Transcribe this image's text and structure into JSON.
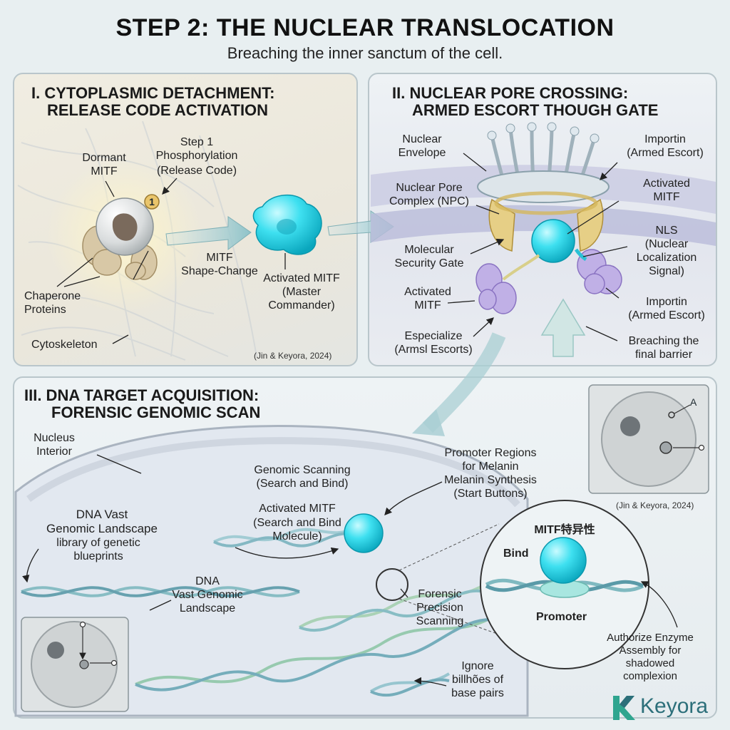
{
  "header": {
    "title": "STEP 2: THE NUCLEAR TRANSLOCATION",
    "subtitle": "Breaching the inner sanctum of the cell."
  },
  "panel1": {
    "title_line1": "I. CYTOPLASMIC DETACHMENT:",
    "title_line2": "RELEASE CODE ACTIVATION",
    "dormant_mitf": "Dormant\nMITF",
    "step1_title": "Step 1\nPhosphorylation",
    "step1_sub": "(Release Code)",
    "badge": "1",
    "shape_change_title": "MITF",
    "shape_change_sub": "Shape-Change",
    "activated_title": "Activated MITF",
    "activated_sub": "(Master\nCommander)",
    "chaperone": "Chaperone\nProteins",
    "cytoskeleton": "Cytoskeleton",
    "citation": "(Jin & Keyora, 2024)"
  },
  "panel2": {
    "title_line1": "II. NUCLEAR PORE CROSSING:",
    "title_line2": "ARMED ESCORT THOUGH GATE",
    "nuclear_envelope": "Nuclear\nEnvelope",
    "importin_top_title": "Importin",
    "importin_top_sub": "(Armed Escort)",
    "npc": "Nuclear Pore\nComplex (NPC)",
    "activated_mitf_right": "Activated\nMITF",
    "nls_title": "NLS",
    "nls_sub": "(Nuclear\nLocalization\nSignal)",
    "security_gate": "Molecular\nSecurity Gate",
    "activated_mitf_left": "Activated\nMITF",
    "importin_bottom_title": "Importin",
    "importin_bottom_sub": "(Armed Escort)",
    "especialize_title": "Especialize",
    "especialize_sub": "(Armsl Escorts)",
    "breaching": "Breaching the\nfinal barrier"
  },
  "panel3": {
    "title_line1": "III. DNA TARGET ACQUISITION:",
    "title_line2": "FORENSIC GENOMIC SCAN",
    "nucleus_interior": "Nucleus\nInterior",
    "genomic_scanning_title": "Genomic Scanning",
    "genomic_scanning_sub": "(Search and Bind)",
    "promoter_regions_title": "Promoter Regions\nfor Melanin",
    "promoter_regions_sub": "Melanin Synthesis\n(Start Buttons)",
    "dna_landscape_title": "DNA Vast\nGenomic Landscape",
    "dna_landscape_sub": "library of genetic\nblueprints",
    "activated_mitf_title": "Activated MITF",
    "activated_mitf_sub": "(Search and Bind\nMolecule)",
    "dna_center": "DNA\nVast Genomic\nLandscape",
    "forensic": "Forensic\nPrecision\nScanning",
    "zoom_title": "MITF特异性",
    "zoom_bind": "Bind",
    "zoom_promoter": "Promoter",
    "authorize": "Authorize Enzyme\nAssembly for\nshadowed\ncomplexion",
    "ignore": "Ignore\nbillhões of\nbase pairs",
    "inset_letter": "A",
    "citation": "(Jin & Keyora, 2024)"
  },
  "logo": {
    "mark": "K",
    "text": "Keyora"
  },
  "colors": {
    "cyan_molecule": "#2fd3e6",
    "importin_purple": "#b9a8e0",
    "npc_gold": "#e6cf86",
    "dna_teal": "#7fb9c0",
    "brand": "#2c6f7a"
  }
}
